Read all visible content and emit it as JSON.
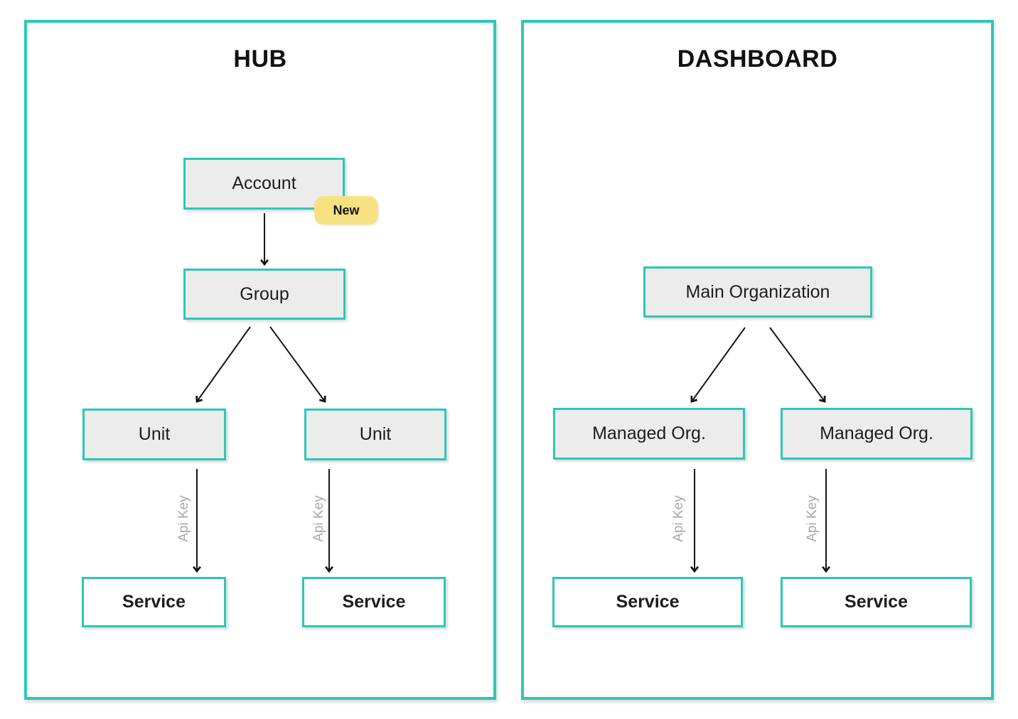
{
  "colors": {
    "accent": "#2bc8b6",
    "node_fill": "#ececec",
    "service_fill": "#ffffff",
    "badge_bg": "#f7e282",
    "edge_label": "#a9a9a9",
    "arrow": "#161616",
    "text": "#1d1d1f"
  },
  "hub": {
    "title": "HUB",
    "badge": "New",
    "nodes": {
      "account": "Account",
      "group": "Group",
      "unit_left": "Unit",
      "unit_right": "Unit",
      "service_left": "Service",
      "service_right": "Service"
    },
    "edge_labels": {
      "left": "Api Key",
      "right": "Api Key"
    }
  },
  "dashboard": {
    "title": "DASHBOARD",
    "nodes": {
      "main_org": "Main Organization",
      "managed_left": "Managed Org.",
      "managed_right": "Managed Org.",
      "service_left": "Service",
      "service_right": "Service"
    },
    "edge_labels": {
      "left": "Api Key",
      "right": "Api Key"
    }
  }
}
